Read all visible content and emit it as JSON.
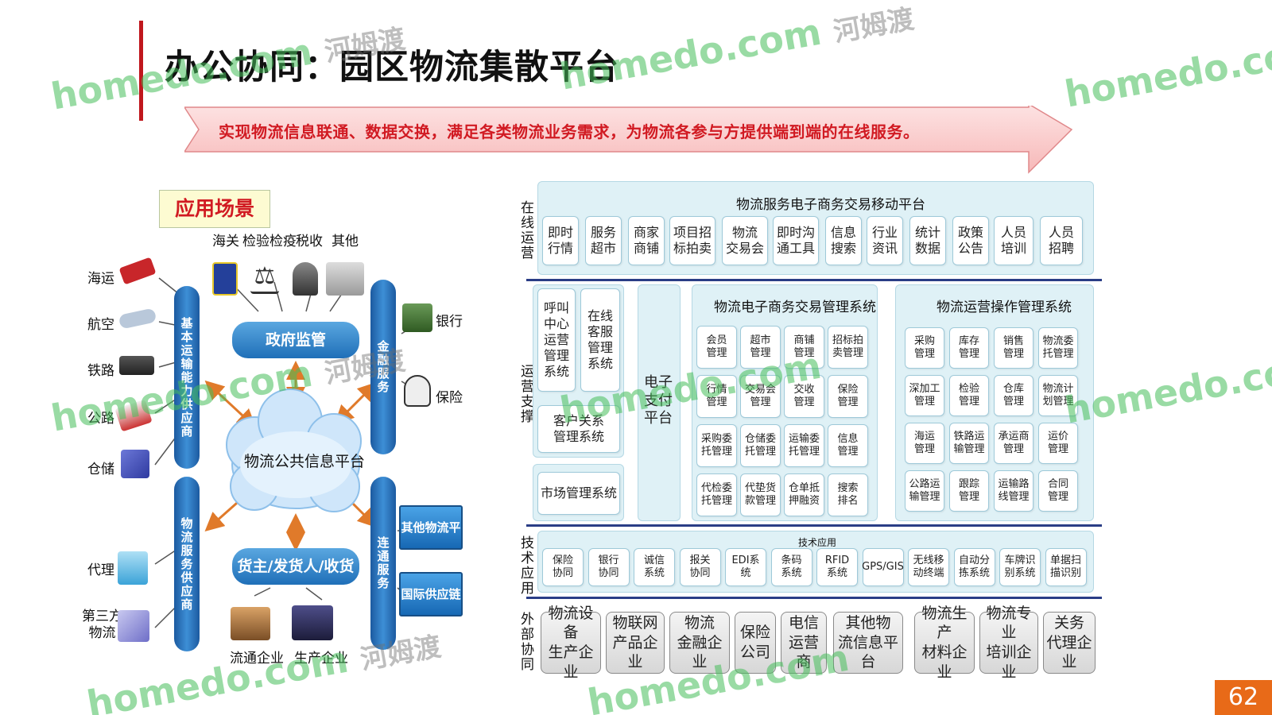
{
  "title": "办公协同：园区物流集散平台",
  "banner": "实现物流信息联通、数据交换，满足各类物流业务需求，为物流各参与方提供端到端的在线服务。",
  "page_number": "62",
  "watermark": {
    "brand": "homedo.com",
    "cn": "河姆渡"
  },
  "scene": {
    "tag": "应用场景",
    "top_labels": [
      "海关",
      "检验检疫",
      "税收",
      "其他"
    ],
    "left_labels": [
      "海运",
      "航空",
      "铁路",
      "公路",
      "仓储"
    ],
    "left_bottom_labels": [
      "代理",
      "第三方\n物流"
    ],
    "right_labels": [
      "银行",
      "保险"
    ],
    "bottom_labels": [
      "流通企业",
      "生产企业"
    ],
    "pill_transport": "基本运输能力供应商",
    "pill_service": "物流服务供应商",
    "pill_finance": "金融服务",
    "pill_connect": "连通服务",
    "gov": "政府监管",
    "cloud": "物流公共信息平台",
    "owners": "货主/发货人/收货人",
    "other_platform": "其他物流平台",
    "intl_chain": "国际供应链"
  },
  "arch": {
    "online_label": "在线运营",
    "online_title": "物流服务电子商务交易移动平台",
    "online_cells": [
      "即时\n行情",
      "服务\n超市",
      "商家\n商铺",
      "项目招\n标拍卖",
      "物流\n交易会",
      "即时沟\n通工具",
      "信息\n搜索",
      "行业\n资讯",
      "统计\n数据",
      "政策\n公告",
      "人员\n培训",
      "人员\n招聘"
    ],
    "ops_label": "运营支撑",
    "call_center": "呼叫\n中心\n运营\n管理\n系统",
    "online_cs": "在线\n客服\n管理\n系统",
    "crm": "客户关系\n管理系统",
    "market": "市场管理系统",
    "payment": "电子\n支付\n平台",
    "ecom_title": "物流电子商务交易管理系统",
    "ecom_cells": [
      "会员\n管理",
      "超市\n管理",
      "商铺\n管理",
      "招标拍\n卖管理",
      "行情\n管理",
      "交易会\n管理",
      "交收\n管理",
      "保险\n管理",
      "采购委\n托管理",
      "仓储委\n托管理",
      "运输委\n托管理",
      "信息\n管理",
      "代检委\n托管理",
      "代垫货\n款管理",
      "仓单抵\n押融资",
      "搜索\n排名"
    ],
    "opsys_title": "物流运营操作管理系统",
    "opsys_cells": [
      "采购\n管理",
      "库存\n管理",
      "销售\n管理",
      "物流委\n托管理",
      "深加工\n管理",
      "检验\n管理",
      "仓库\n管理",
      "物流计\n划管理",
      "海运\n管理",
      "铁路运\n输管理",
      "承运商\n管理",
      "运价\n管理",
      "公路运\n输管理",
      "跟踪\n管理",
      "运输路\n线管理",
      "合同\n管理"
    ],
    "tech_label": "技术应用",
    "tech_title": "技术应用",
    "tech_cells": [
      "保险\n协同",
      "银行\n协同",
      "诚信\n系统",
      "报关\n协同",
      "EDI系\n统",
      "条码\n系统",
      "RFID\n系统",
      "GPS/GIS",
      "无线移\n动终端",
      "自动分\n拣系统",
      "车牌识\n别系统",
      "单据扫\n描识别"
    ],
    "ext_label": "外部协同",
    "ext_cells": [
      "物流设备\n生产企业",
      "物联网\n产品企业",
      "物流\n金融企业",
      "保险\n公司",
      "电信\n运营商",
      "其他物\n流信息平台",
      "物流生产\n材料企业",
      "物流专业\n培训企业",
      "关务\n代理企业"
    ]
  },
  "colors": {
    "accent_red": "#d11a22",
    "pill_blue": "#1f6fb8",
    "panel_bg": "#dff1f6",
    "rule": "#2a3d86",
    "page_badge": "#e86a18"
  }
}
